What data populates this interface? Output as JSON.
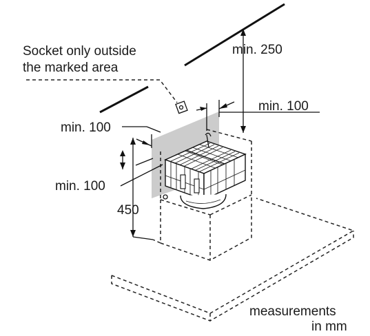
{
  "labels": {
    "socket_line1": "Socket only outside",
    "socket_line2": "the marked area",
    "min_250": "min. 250",
    "min_100_right": "min. 100",
    "min_100_left_top": "min. 100",
    "min_100_left_mid": "min. 100",
    "dim_450": "450",
    "measure_line1": "measurements",
    "measure_line2": "in mm"
  },
  "colors": {
    "marked_area": "#cccccc",
    "line": "#111111",
    "filter_body": "#ffffff"
  },
  "icons": [
    "socket-icon"
  ]
}
